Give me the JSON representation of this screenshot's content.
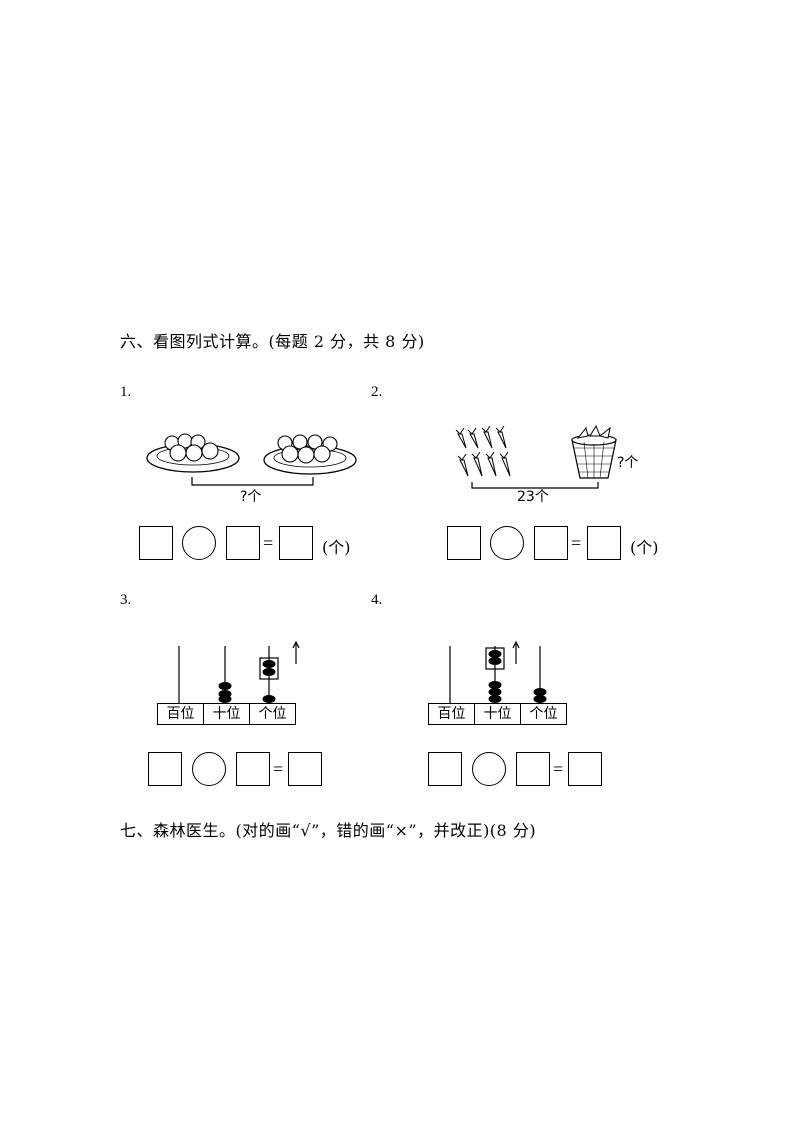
{
  "section6": {
    "title": "六、看图列式计算。(每题 2 分，共 8 分)",
    "q1": {
      "num": "1.",
      "brace_label": "?个",
      "unit": "(个)"
    },
    "q2": {
      "num": "2.",
      "side_label": "?个",
      "brace_label": "23个",
      "unit": "(个)"
    },
    "q3": {
      "num": "3.",
      "abacus_labels": [
        "百位",
        "十位",
        "个位"
      ]
    },
    "q4": {
      "num": "4.",
      "abacus_labels": [
        "百位",
        "十位",
        "个位"
      ]
    },
    "equals": "="
  },
  "section7": {
    "title": "七、森林医生。(对的画“√”，错的画“×”，并改正)(8 分)"
  }
}
